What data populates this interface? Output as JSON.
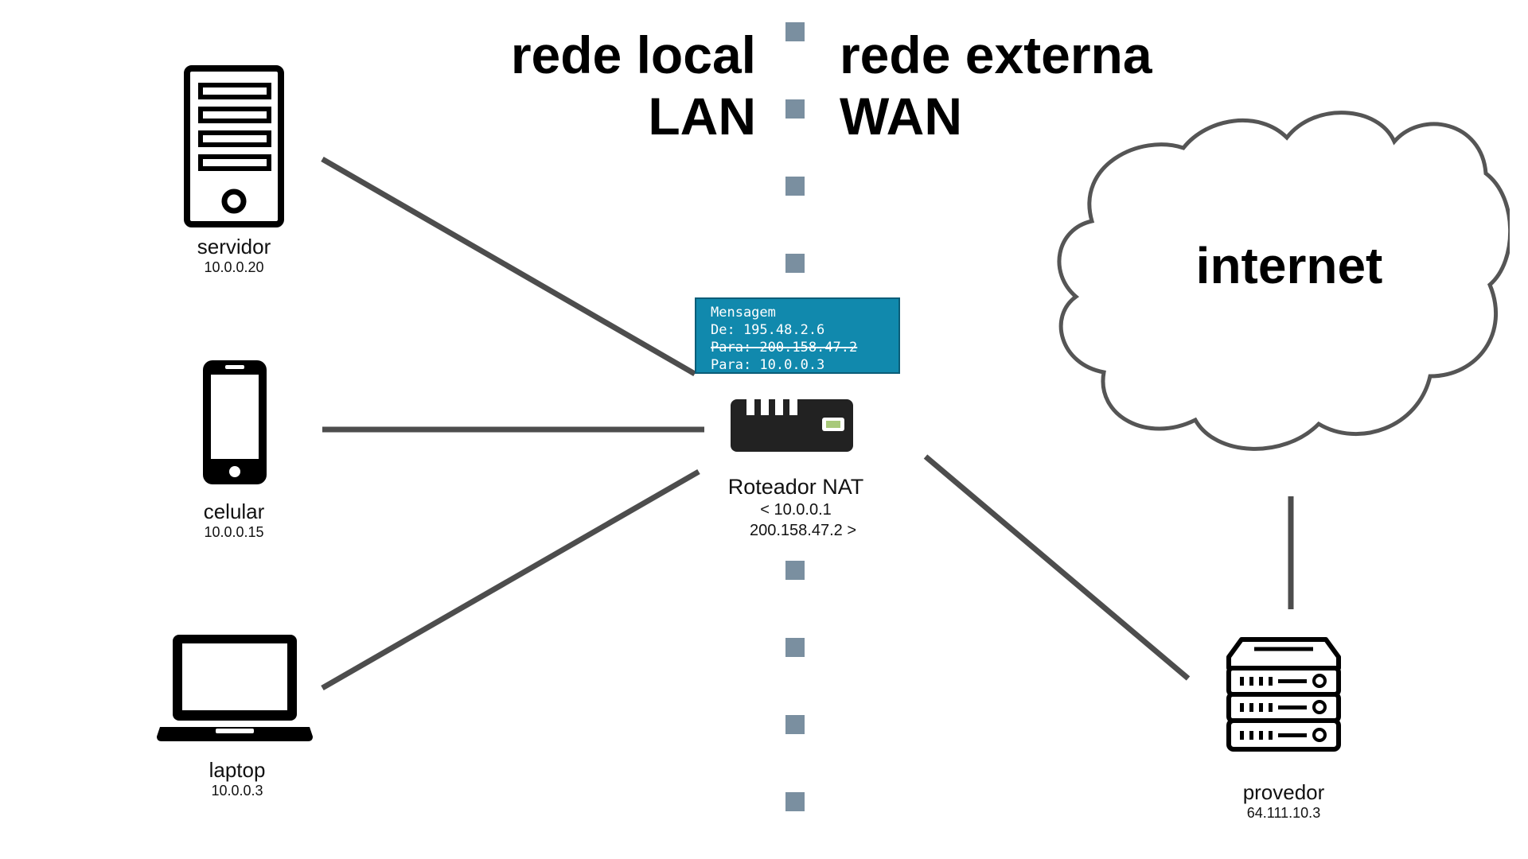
{
  "headings": {
    "local_top": "rede local",
    "local_bottom": "LAN",
    "external_top": "rede externa",
    "external_bottom": "WAN"
  },
  "devices": {
    "server": {
      "name": "servidor",
      "ip": "10.0.0.20"
    },
    "phone": {
      "name": "celular",
      "ip": "10.0.0.15"
    },
    "laptop": {
      "name": "laptop",
      "ip": "10.0.0.3"
    },
    "provider": {
      "name": "provedor",
      "ip": "64.111.10.3"
    }
  },
  "router": {
    "name": "Roteador NAT",
    "lan_ip": "< 10.0.0.1",
    "wan_ip": "200.158.47.2 >"
  },
  "cloud": {
    "label": "internet"
  },
  "message": {
    "title": "Mensagem",
    "from": "De: 195.48.2.6",
    "to_old": "Para: 200.158.47.2",
    "to_new": "Para: 10.0.0.3"
  },
  "colors": {
    "message_bg": "#1189ad",
    "divider": "#7a8fa0",
    "wire": "#4d4d4d",
    "router_led": "#a8c97a"
  },
  "icons": {
    "server": "server-tower-icon",
    "phone": "smartphone-icon",
    "laptop": "laptop-icon",
    "router": "router-icon",
    "provider": "rack-server-icon",
    "cloud": "cloud-icon"
  }
}
